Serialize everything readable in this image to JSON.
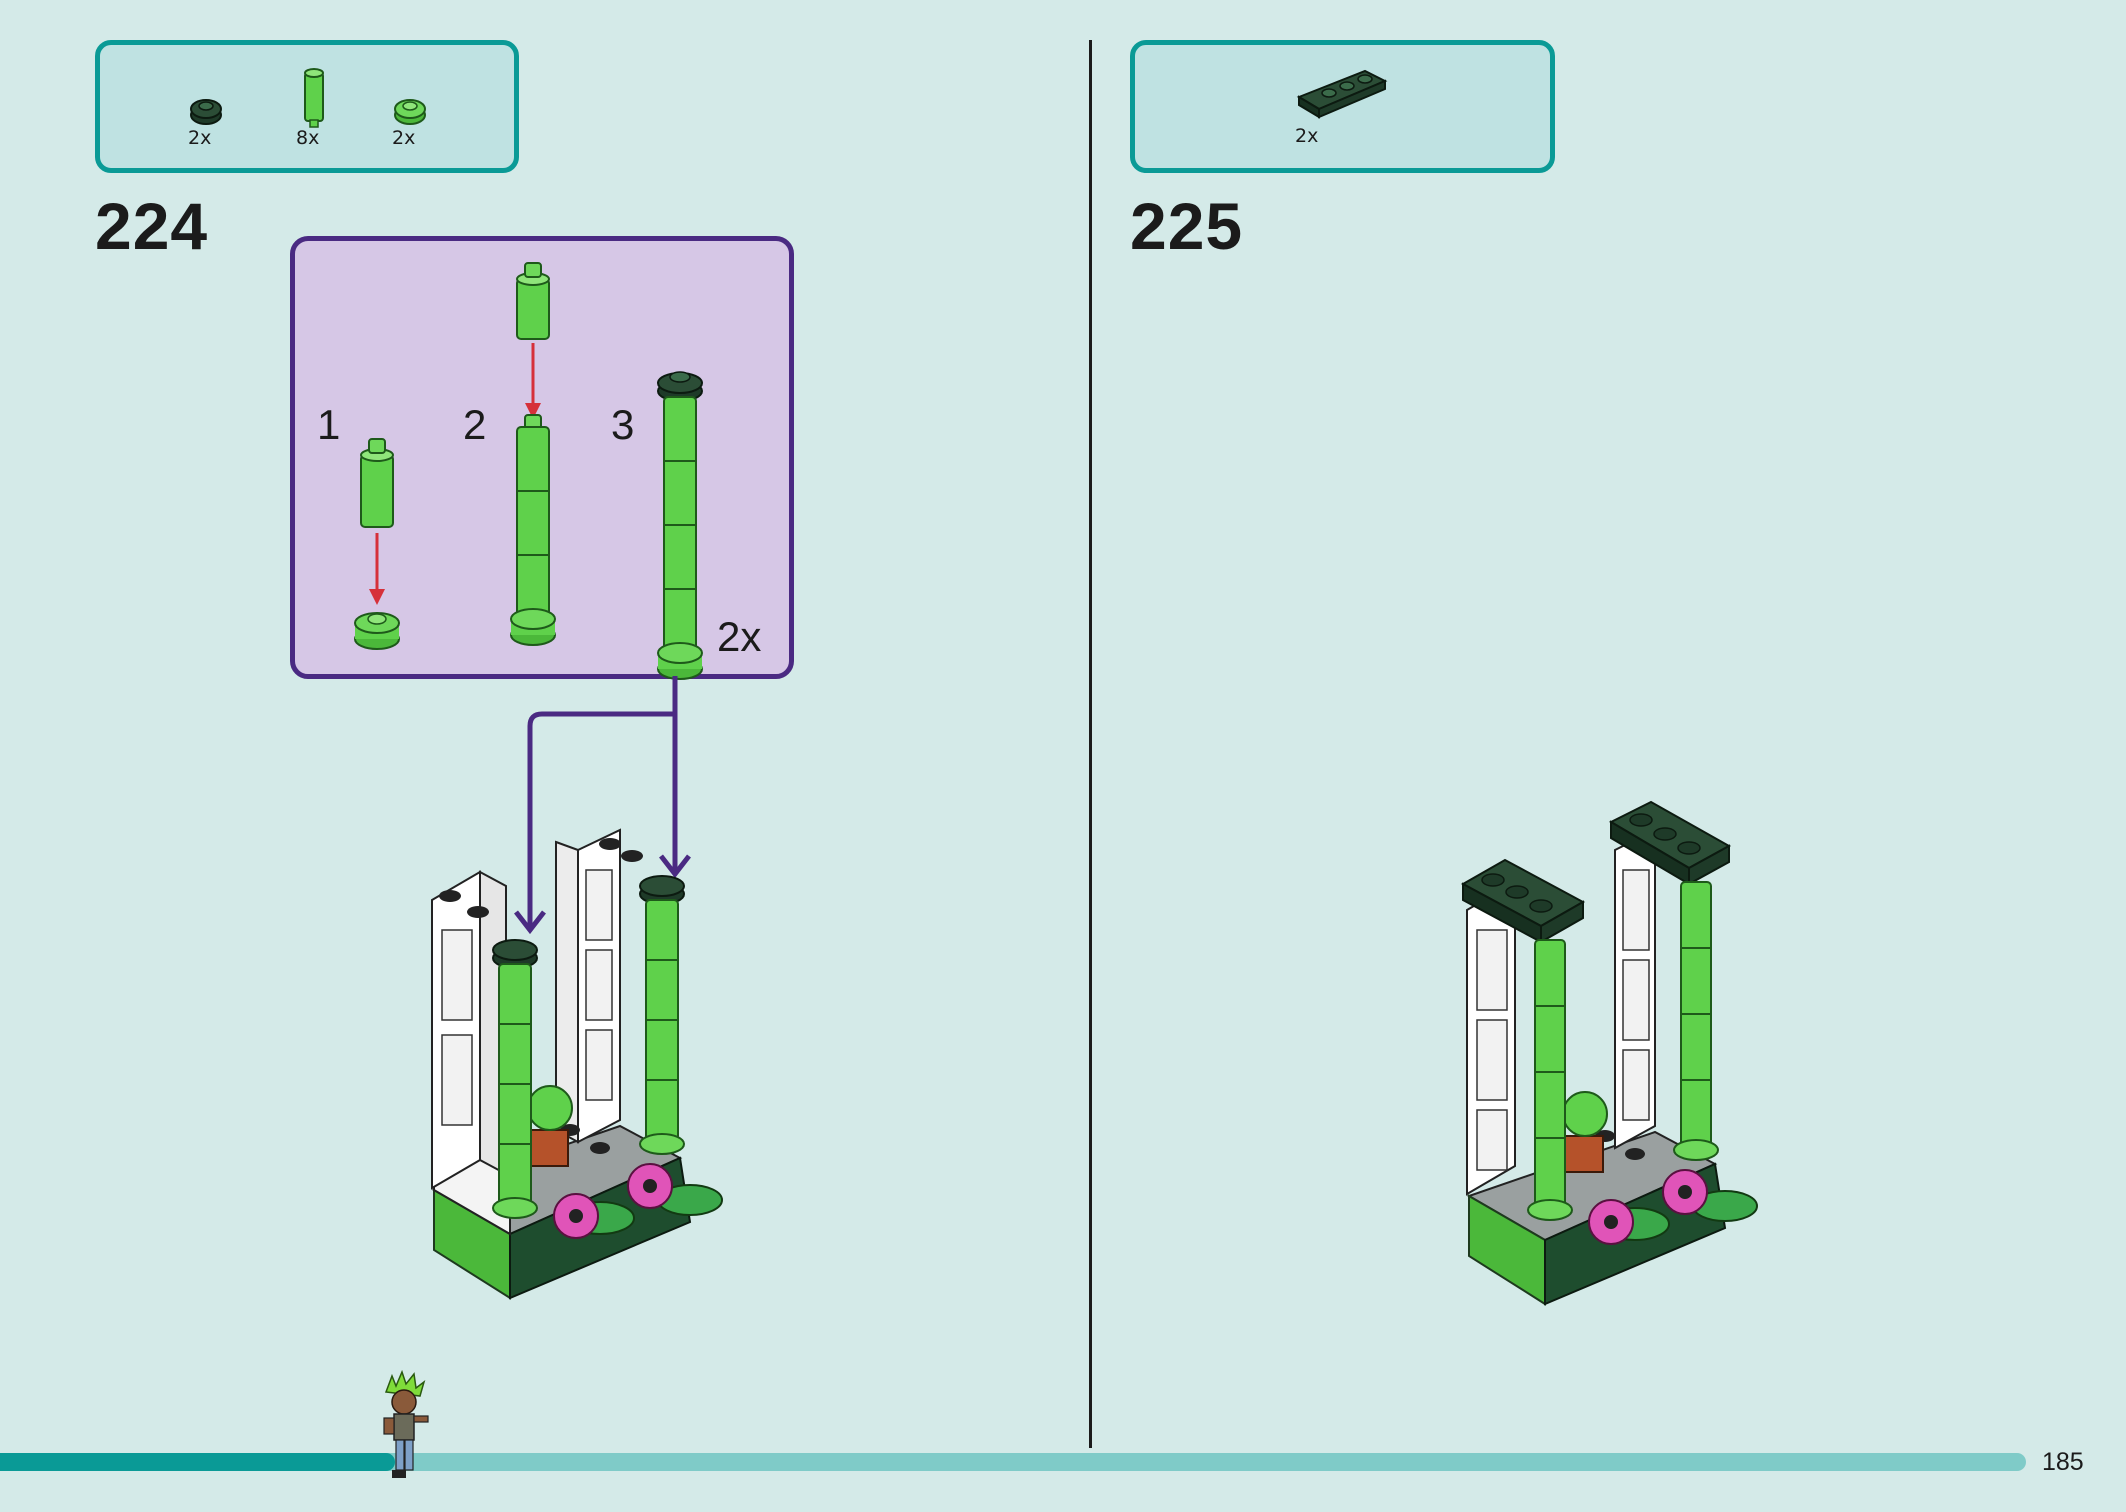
{
  "steps": [
    {
      "number": "224",
      "parts": [
        {
          "icon": "dark-green-round-plate-icon",
          "qty": "2x"
        },
        {
          "icon": "bright-green-bar-icon",
          "qty": "8x"
        },
        {
          "icon": "bright-green-round-plate-icon",
          "qty": "2x"
        }
      ],
      "sub_assembly": {
        "labels": [
          "1",
          "2",
          "3"
        ],
        "multiplier": "2x"
      }
    },
    {
      "number": "225",
      "parts": [
        {
          "icon": "dark-green-plate-1x3-icon",
          "qty": "2x"
        }
      ]
    }
  ],
  "footer": {
    "page_number": "185",
    "progress": 0.195
  },
  "colors": {
    "background": "#d4eae8",
    "accent_teal": "#0a9a96",
    "sub_box_border": "#4a2a82",
    "brick_green": "#5fd14b",
    "dark_green": "#1e4d2e",
    "arrow_red": "#d6303a"
  }
}
